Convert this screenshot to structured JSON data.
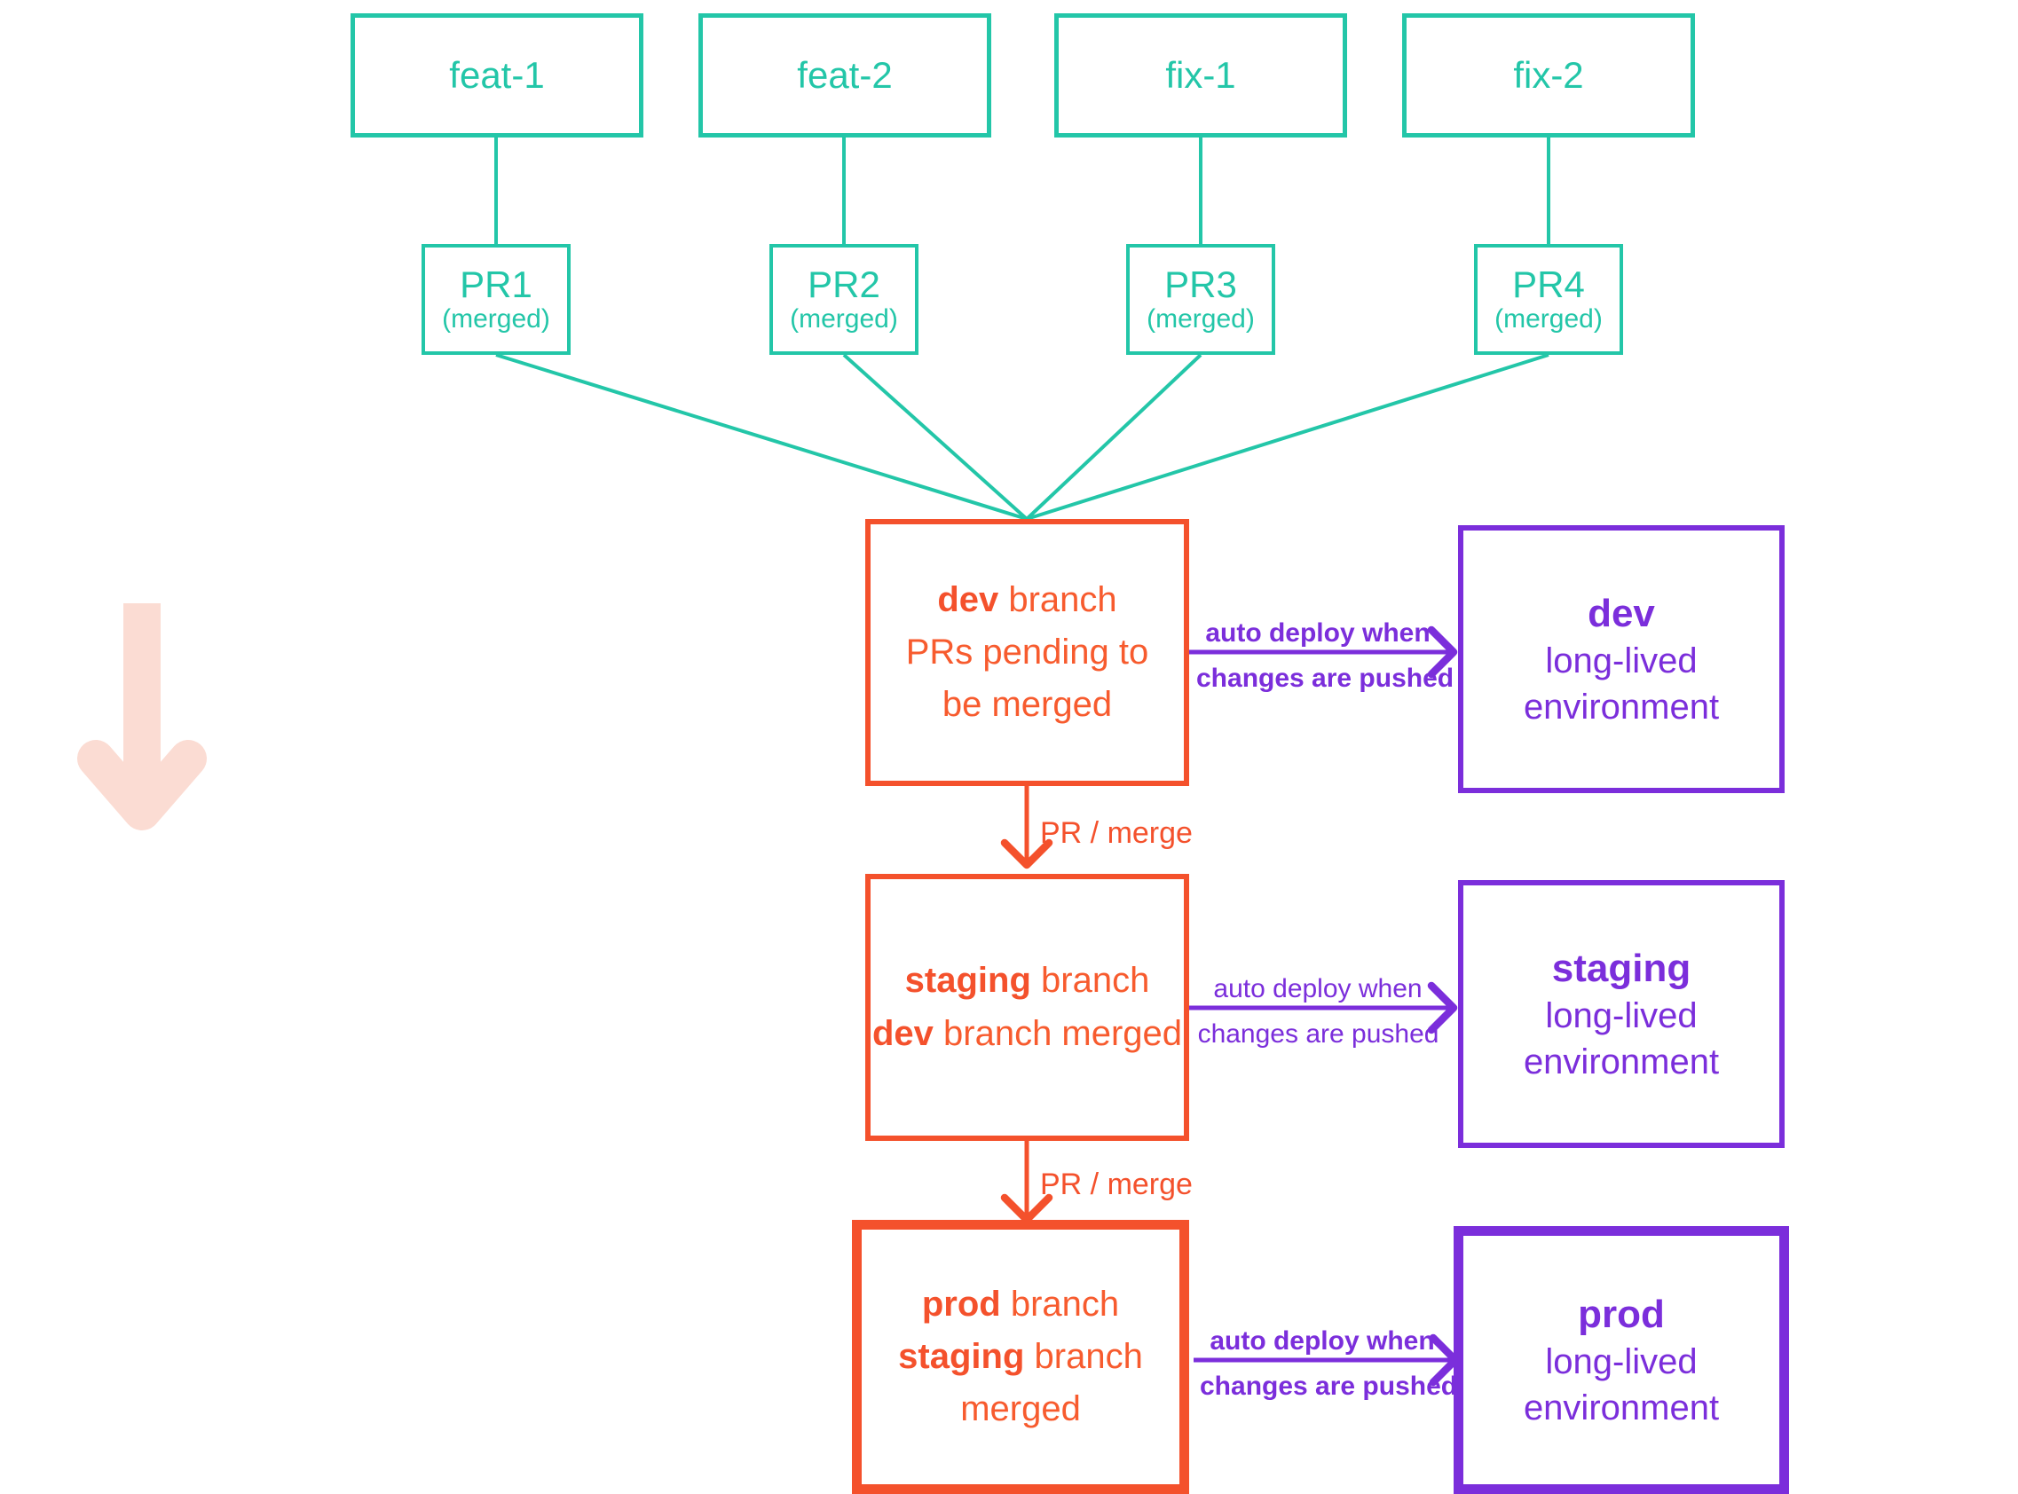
{
  "diagram": {
    "title": "git branching and deployment flow",
    "colors": {
      "teal": "#23c6a8",
      "orange": "#f4512c",
      "purple": "#7b2edb",
      "pink_arrow": "#fbdcd3",
      "background": "#ffffff"
    },
    "flow_arrow": {
      "name": "downward-flow-arrow",
      "direction": "down",
      "color": "#fbdcd3"
    }
  },
  "feature_branches": [
    {
      "label": "feat-1"
    },
    {
      "label": "feat-2"
    },
    {
      "label": "fix-1"
    },
    {
      "label": "fix-2"
    }
  ],
  "pull_requests": [
    {
      "name": "PR1",
      "status": "(merged)"
    },
    {
      "name": "PR2",
      "status": "(merged)"
    },
    {
      "name": "PR3",
      "status": "(merged)"
    },
    {
      "name": "PR4",
      "status": "(merged)"
    }
  ],
  "branches": [
    {
      "id": "dev",
      "name": "dev",
      "suffix": " branch",
      "detail_lines": [
        {
          "bold": "",
          "rest": "PRs pending to"
        },
        {
          "bold": "",
          "rest": "be merged"
        }
      ]
    },
    {
      "id": "staging",
      "name": "staging",
      "suffix": " branch",
      "detail_lines": [
        {
          "bold": "dev",
          "rest": " branch merged"
        }
      ]
    },
    {
      "id": "prod",
      "name": "prod",
      "suffix": " branch",
      "detail_lines": [
        {
          "bold": "staging",
          "rest": " branch"
        },
        {
          "bold": "",
          "rest": "merged"
        }
      ]
    }
  ],
  "environments": [
    {
      "id": "dev-env",
      "name": "dev",
      "line1": "long-lived",
      "line2": "environment"
    },
    {
      "id": "staging-env",
      "name": "staging",
      "line1": "long-lived",
      "line2": "environment"
    },
    {
      "id": "prod-env",
      "name": "prod",
      "line1": "long-lived",
      "line2": "environment"
    }
  ],
  "deploy_labels": [
    {
      "top": "auto deploy when",
      "bottom": "changes are pushed"
    },
    {
      "top": "auto deploy when",
      "bottom": "changes are pushed"
    },
    {
      "top": "auto deploy when",
      "bottom": "changes are pushed"
    }
  ],
  "merge_labels": [
    {
      "text": "PR / merge"
    },
    {
      "text": "PR / merge"
    }
  ]
}
